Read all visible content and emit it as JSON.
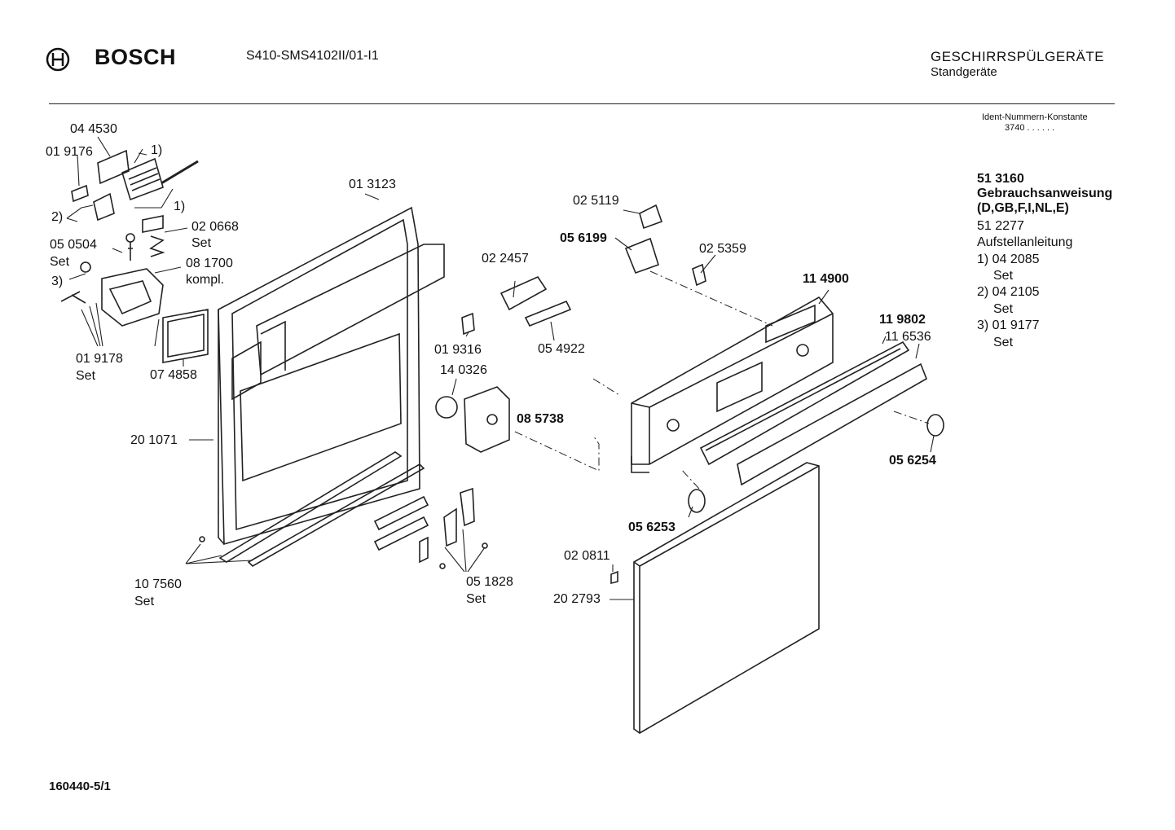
{
  "header": {
    "brand": "BOSCH",
    "model": "S410-SMS4102II/01-I1",
    "title": "GESCHIRRSPÜLGERÄTE",
    "subtitle": "Standgeräte"
  },
  "ident": {
    "label": "Ident-Nummern-Konstante",
    "value": "3740 . . . . . ."
  },
  "side_list": {
    "l1": "51 3160",
    "l2": "Gebrauchsanweisung",
    "l3": "(D,GB,F,I,NL,E)",
    "l4": "51 2277",
    "l5": "Aufstellanleitung",
    "l6": "1) 04 2085",
    "l7": "Set",
    "l8": "2) 04 2105",
    "l9": "Set",
    "l10": "3) 01 9177",
    "l11": "Set"
  },
  "parts": {
    "p044530": "04 4530",
    "p019176": "01 9176",
    "m1a": "1)",
    "m1b": "1)",
    "m2": "2)",
    "p020668": "02 0668",
    "p020668_set": "Set",
    "p050504": "05 0504",
    "p050504_set": "Set",
    "p081700": "08 1700",
    "p081700_k": "kompl.",
    "m3": "3)",
    "p019178": "01 9178",
    "p019178_set": "Set",
    "p074858": "07 4858",
    "p013123": "01 3123",
    "p201071": "20 1071",
    "p107560": "10 7560",
    "p107560_set": "Set",
    "p022457": "02 2457",
    "p054922": "05 4922",
    "p019316": "01 9316",
    "p140326": "14 0326",
    "p085738": "08 5738",
    "p051828": "05 1828",
    "p051828_set": "Set",
    "p025119": "02 5119",
    "p056199": "05 6199",
    "p025359": "02 5359",
    "p114900": "11 4900",
    "p119802": "11 9802",
    "p116536": "11 6536",
    "p056254": "05 6254",
    "p056253": "05 6253",
    "p020811": "02 0811",
    "p202793": "20 2793"
  },
  "footer": {
    "code": "160440-5/1"
  }
}
